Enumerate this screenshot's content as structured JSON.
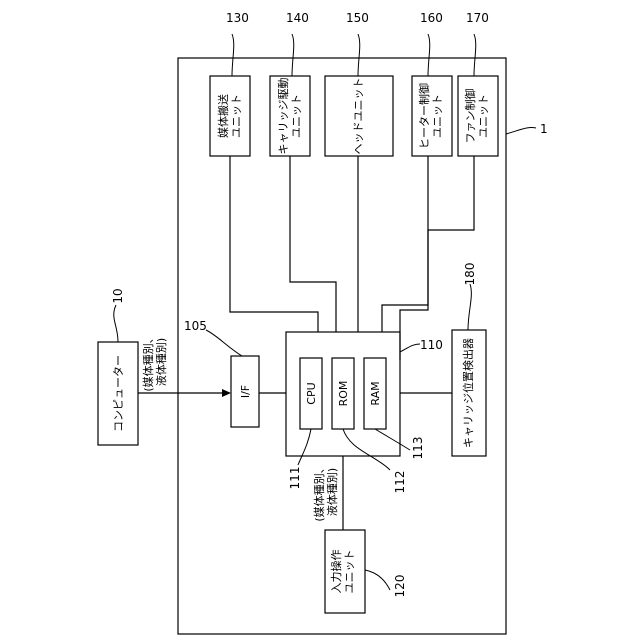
{
  "computer": {
    "ref": "10",
    "label": "コンピューター"
  },
  "computer_signal": {
    "line1": "(媒体種別、",
    "line2": "液体種別)"
  },
  "control_unit": {
    "ref": "1"
  },
  "interface": {
    "ref": "105",
    "label": "I/F"
  },
  "controller": {
    "ref": "110"
  },
  "cpu": {
    "ref": "111",
    "label": "CPU"
  },
  "rom": {
    "ref": "112",
    "label": "ROM"
  },
  "ram": {
    "ref": "113",
    "label": "RAM"
  },
  "media_transport": {
    "ref": "130",
    "line1": "媒体搬送",
    "line2": "ユニット"
  },
  "carriage_drive": {
    "ref": "140",
    "line1": "キャリッジ駆動",
    "line2": "ユニット"
  },
  "head_unit": {
    "ref": "150",
    "label": "ヘッドユニット"
  },
  "heater_control": {
    "ref": "160",
    "line1": "ヒーター制御",
    "line2": "ユニット"
  },
  "fan_control": {
    "ref": "170",
    "line1": "ファン制御",
    "line2": "ユニット"
  },
  "carriage_position": {
    "ref": "180",
    "label": "キャリッジ位置検出器"
  },
  "input_operation": {
    "ref": "120",
    "line1": "入力操作",
    "line2": "ユニット"
  },
  "input_signal": {
    "line1": "(媒体種別、",
    "line2": "液体種別)"
  }
}
